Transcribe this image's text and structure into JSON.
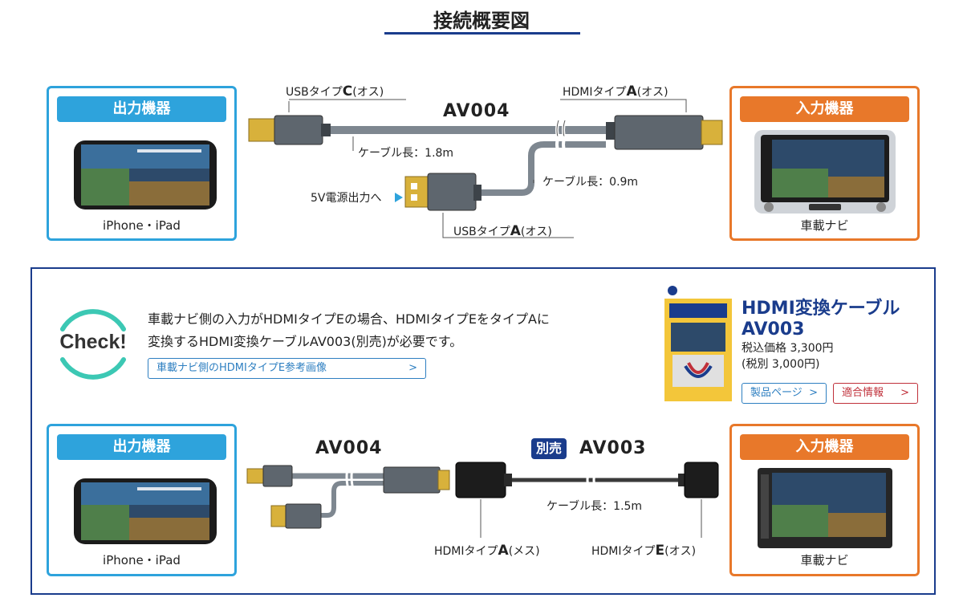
{
  "title": "接続概要図",
  "top": {
    "output": {
      "badge": "出力機器",
      "label": "iPhone・iPad"
    },
    "input": {
      "badge": "入力機器",
      "label": "車載ナビ"
    },
    "model": "AV004",
    "usb_c_label": "USBタイプ",
    "usb_c_letter": "C",
    "usb_c_suffix": "(オス)",
    "hdmi_a_label": "HDMIタイプ",
    "hdmi_a_letter": "A",
    "hdmi_a_suffix": "(オス)",
    "cable_len_main": "ケーブル長：1.8m",
    "cable_len_power": "ケーブル長：0.9m",
    "power_label": "5V電源出力へ",
    "usb_a_label": "USBタイプ",
    "usb_a_letter": "A",
    "usb_a_suffix": "(オス)"
  },
  "check": {
    "badge_text": "Check!",
    "line1": "車載ナビ側の入力がHDMIタイプEの場合、HDMIタイプEをタイプAに",
    "line2": "変換するHDMI変換ケーブルAV003(別売)が必要です。",
    "ref_button": "車載ナビ側のHDMIタイプE参考画像",
    "product": {
      "title": "HDMI変換ケーブル",
      "model": "AV003",
      "price_incl": "税込価格 3,300円",
      "price_excl": "(税別 3,000円)",
      "product_page_button": "製品ページ",
      "compat_button": "適合情報"
    }
  },
  "bottom": {
    "output": {
      "badge": "出力機器",
      "label": "iPhone・iPad"
    },
    "input": {
      "badge": "入力機器",
      "label": "車載ナビ"
    },
    "model_av004": "AV004",
    "betsu": "別売",
    "model_av003": "AV003",
    "cable_len": "ケーブル長：1.5m",
    "hdmi_a_f_label": "HDMIタイプ",
    "hdmi_a_f_letter": "A",
    "hdmi_a_f_suffix": "(メス)",
    "hdmi_e_label": "HDMIタイプ",
    "hdmi_e_letter": "E",
    "hdmi_e_suffix": "(オス)"
  },
  "colors": {
    "accent_blue": "#2ea3dc",
    "accent_orange": "#e8782a",
    "navy": "#1a3c8c",
    "teal": "#3cc8b4"
  }
}
